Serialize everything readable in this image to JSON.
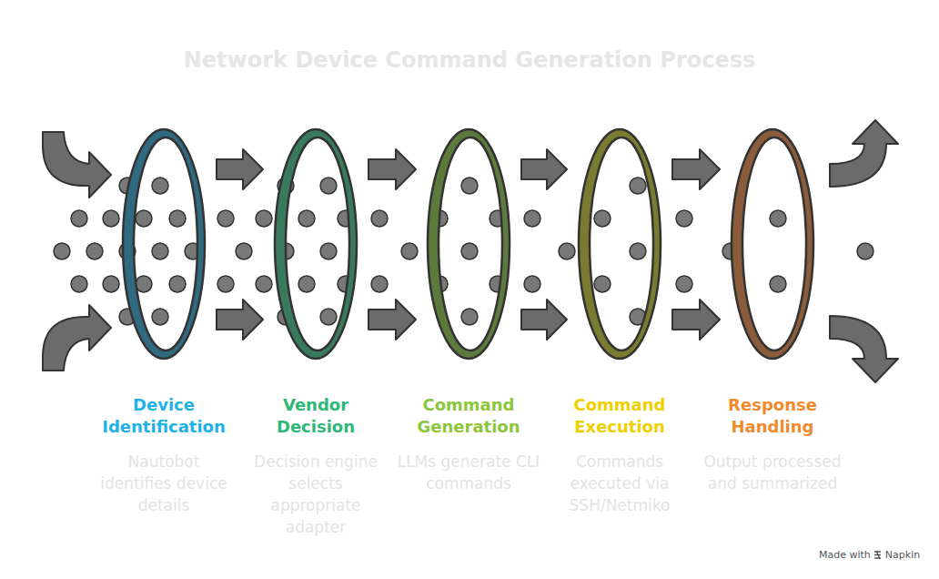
{
  "diagram": {
    "title": "Network Device Command Generation Process",
    "nodes": [
      {
        "text": [
          "Device Identification",
          "Nautobot identifies device details"
        ]
      },
      {
        "text": [
          "Vendor Decision",
          "Decision engine selects appropriate adapter"
        ]
      },
      {
        "text": [
          "Command Generation",
          "LLMs generate CLI commands"
        ]
      },
      {
        "text": [
          "Command Execution",
          "Commands executed via SSH/Netmiko"
        ]
      },
      {
        "text": [
          "Response Handling",
          "Output processed and summarized"
        ]
      }
    ],
    "edges": [
      {
        "from": 0,
        "to": 1,
        "arrow": "to"
      },
      {
        "from": 1,
        "to": 2,
        "arrow": "to"
      },
      {
        "from": 2,
        "to": 3,
        "arrow": "to"
      },
      {
        "from": 3,
        "to": 4,
        "arrow": "to"
      }
    ],
    "labels": [
      "Made with",
      "Napkin"
    ]
  }
}
